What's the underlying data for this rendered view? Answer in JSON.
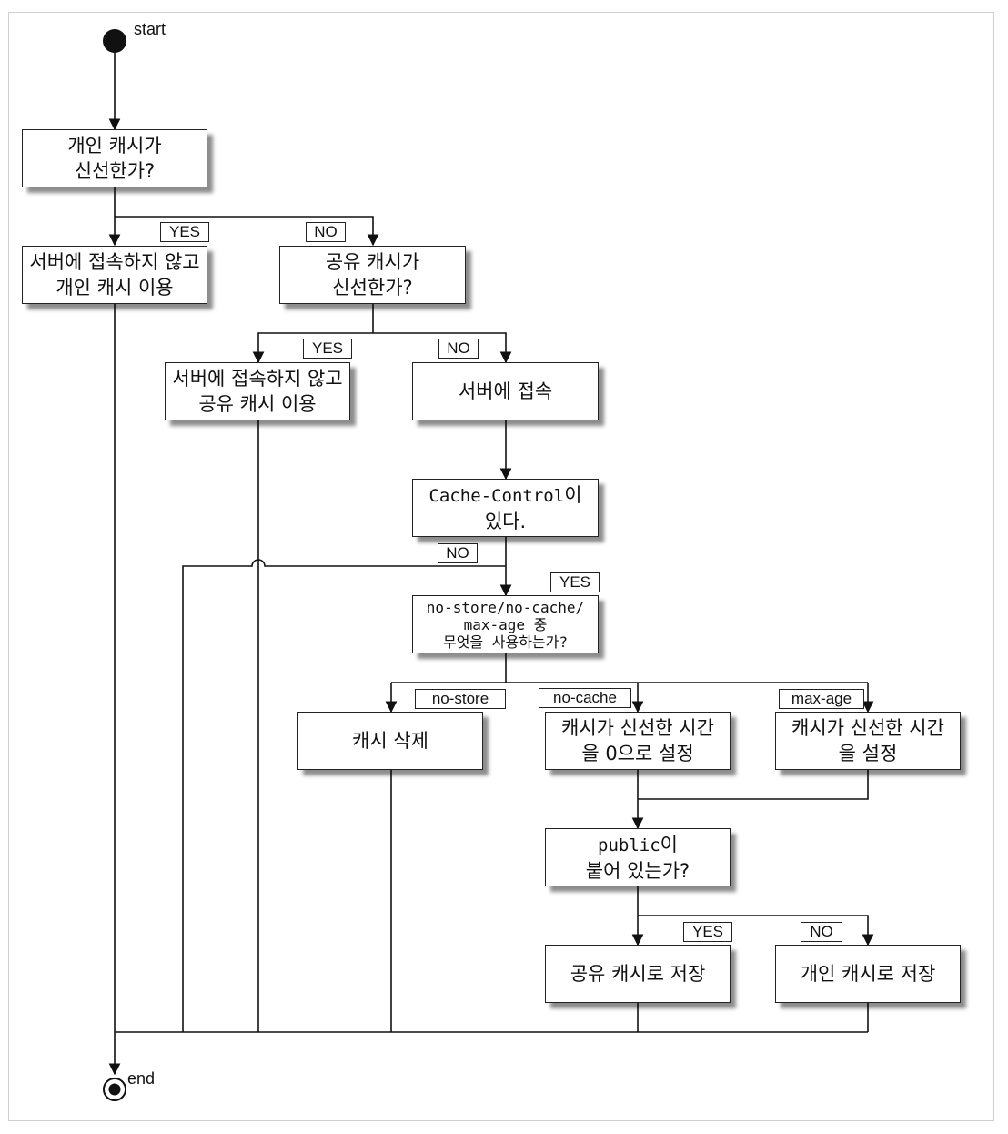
{
  "terminals": {
    "start": "start",
    "end": "end"
  },
  "nodes": {
    "private_fresh": "개인 캐시가\n신선한가?",
    "use_private": "서버에 접속하지 않고\n개인 캐시 이용",
    "shared_fresh": "공유 캐시가\n신선한가?",
    "use_shared": "서버에 접속하지 않고\n공유 캐시 이용",
    "connect_server": "서버에 접속",
    "cache_control_code": "Cache-Control",
    "cache_control_rest1": "이",
    "cache_control_rest2": "있다.",
    "which_directive": "no-store/no-cache/\nmax-age 중\n무엇을 사용하는가?",
    "delete_cache": "캐시 삭제",
    "fresh_zero": "캐시가 신선한 시간\n을 0으로 설정",
    "fresh_set": "캐시가 신선한 시간\n을 설정",
    "public_code": "public",
    "public_rest1": "이",
    "public_rest2": "붙어 있는가?",
    "store_shared": "공유 캐시로 저장",
    "store_private": "개인 캐시로 저장"
  },
  "edge_labels": {
    "yes1": "YES",
    "no1": "NO",
    "yes2": "YES",
    "no2": "NO",
    "no3": "NO",
    "yes3": "YES",
    "no_store": "no-store",
    "no_cache": "no-cache",
    "max_age": "max-age",
    "yes4": "YES",
    "no4": "NO"
  }
}
